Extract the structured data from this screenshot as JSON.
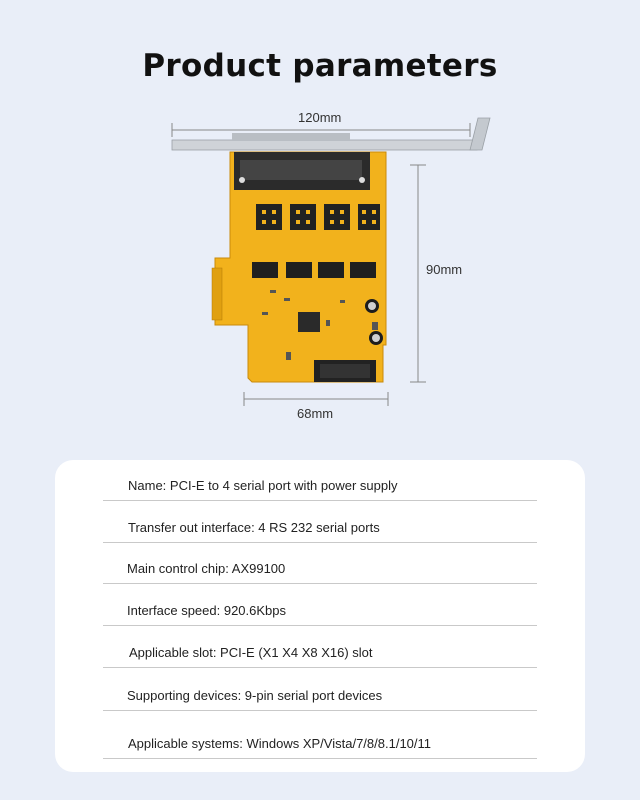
{
  "title": "Product parameters",
  "dimensions": {
    "width": "120mm",
    "height": "90mm",
    "card_width": "68mm"
  },
  "specs": [
    "Name: PCI-E to 4 serial port with power supply",
    "Transfer out interface: 4 RS 232 serial ports",
    "Main control chip: AX99100",
    "Interface speed: 920.6Kbps",
    "Applicable slot: PCI-E (X1 X4 X8 X16) slot",
    "Supporting devices: 9-pin serial port devices",
    "Applicable systems: Windows XP/Vista/7/8/8.1/10/11"
  ],
  "colors": {
    "background": "#e9eef8",
    "pcb": "#f2b21c",
    "card": "#ffffff"
  }
}
